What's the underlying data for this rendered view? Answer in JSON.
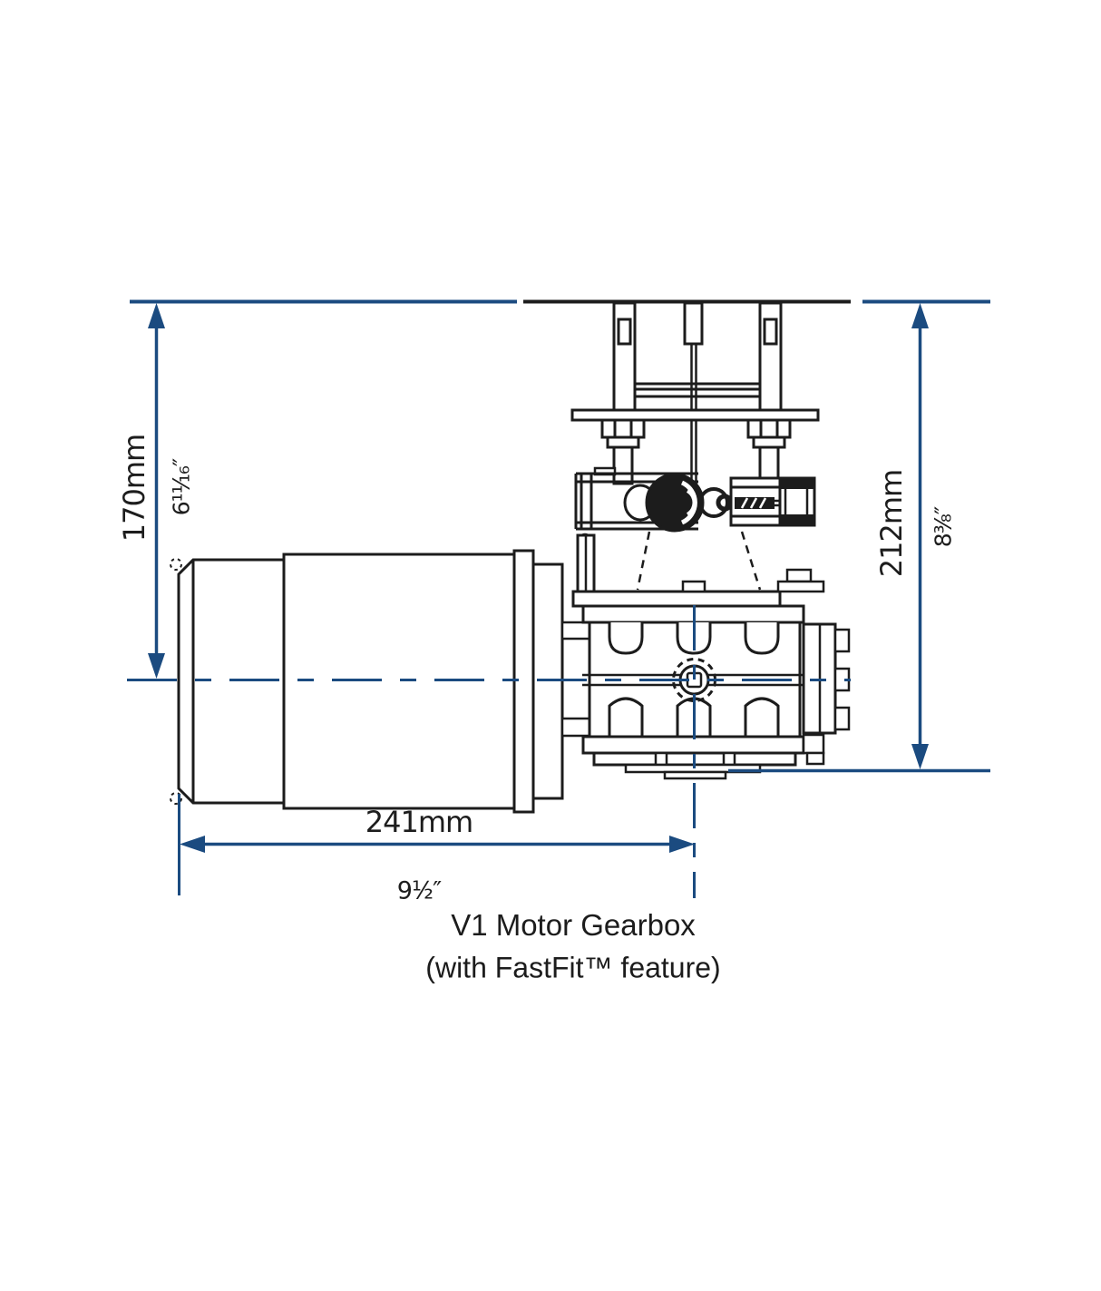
{
  "figure": {
    "title": {
      "line1": "V1 Motor Gearbox",
      "line2": "(with FastFit™ feature)"
    },
    "dimensions": {
      "motor_height": {
        "metric": "170mm",
        "imperial": "6¹¹⁄₁₆″"
      },
      "overall_height": {
        "metric": "212mm",
        "imperial": "8³⁄₈″"
      },
      "overall_length": {
        "metric": "241mm",
        "imperial": "9¹⁄₂″"
      }
    },
    "colors": {
      "dimension_blue": "#1b4b80",
      "drawing_black": "#1c1c1c",
      "background": "#ffffff"
    }
  }
}
